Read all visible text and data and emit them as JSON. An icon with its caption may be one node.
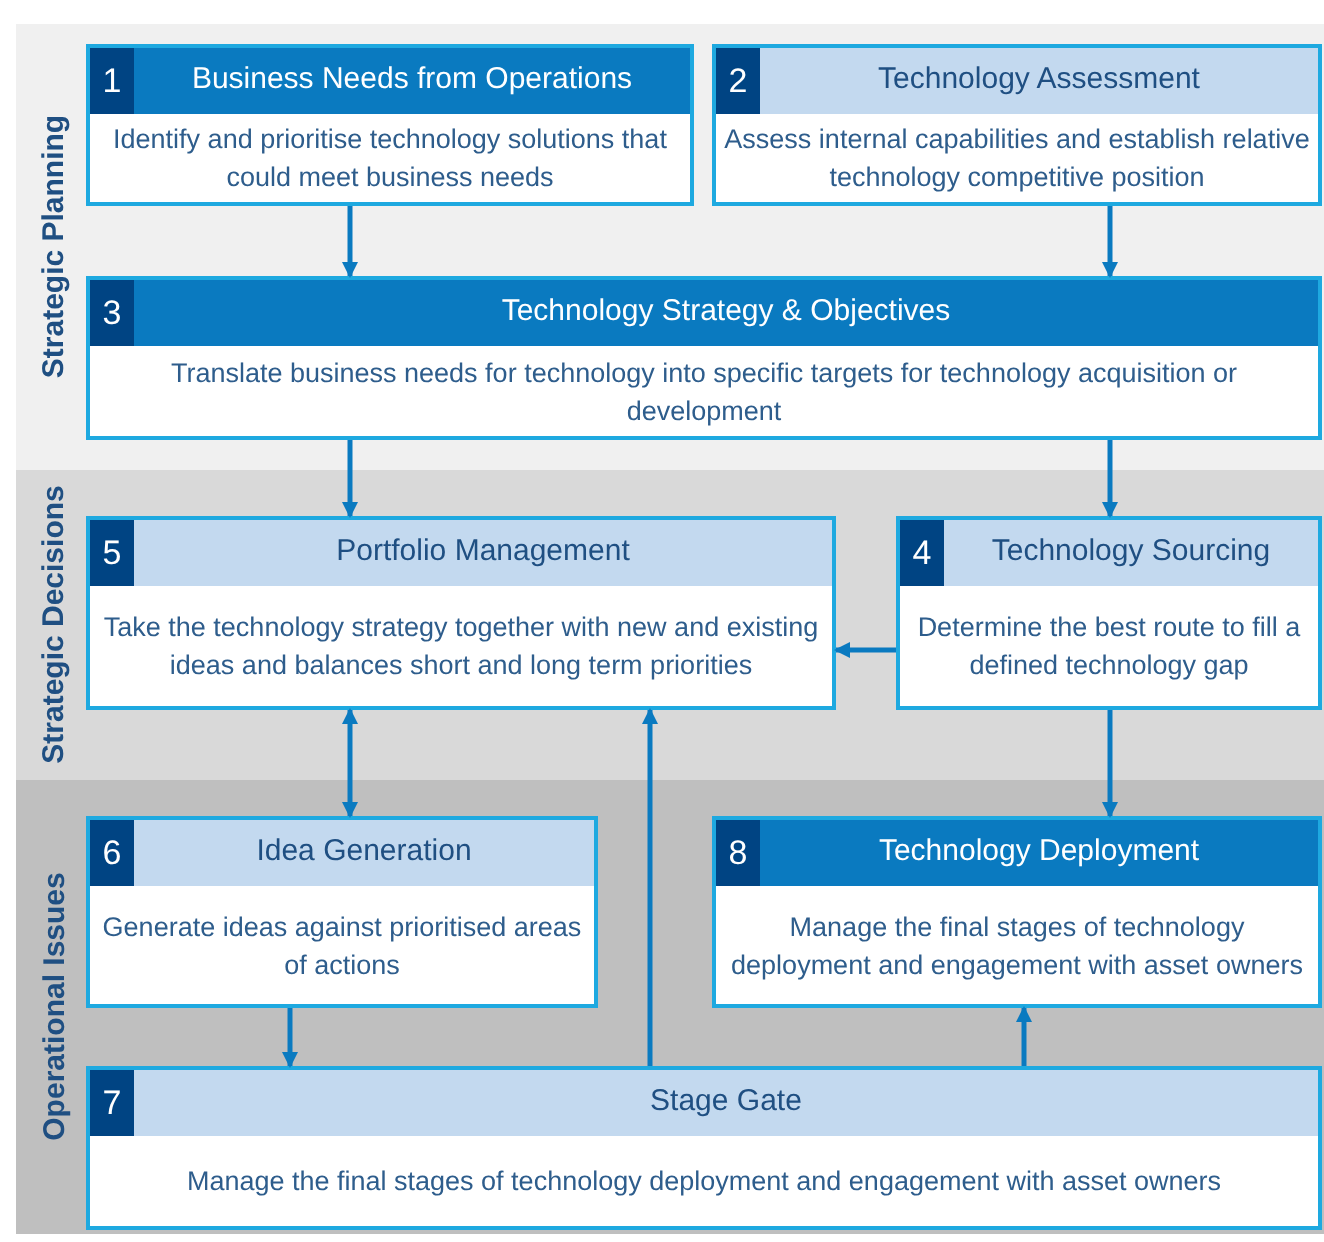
{
  "diagram": {
    "nodes": [
      {
        "text": [
          "Strategic Planning"
        ]
      },
      {
        "text": [
          "1",
          "Business Needs from Operations",
          "Identify and prioritise technology solutions that could meet business needs"
        ],
        "in": 0
      },
      {
        "text": [
          "2",
          "Technology Assessment",
          "Assess internal capabilities and establish relative technology competitive position"
        ],
        "in": 0
      },
      {
        "text": [
          "3",
          "Technology Strategy & Objectives",
          "Translate business needs for technology into specific targets for technology acquisition or development"
        ],
        "in": 0
      },
      {
        "text": [
          "Strategic Decisions"
        ]
      },
      {
        "text": [
          "5",
          "Portfolio Management",
          "Take the technology strategy together with new and existing ideas and balances short and long term priorities"
        ],
        "in": 4
      },
      {
        "text": [
          "4",
          "Technology Sourcing",
          "Determine the best route to fill a defined technology gap"
        ],
        "in": 4
      },
      {
        "text": [
          "Operational Issues"
        ]
      },
      {
        "text": [
          "6",
          "Idea Generation",
          "Generate ideas against prioritised areas of actions"
        ],
        "in": 7
      },
      {
        "text": [
          "8",
          "Technology Deployment",
          "Manage the final stages of technology deployment and engagement with asset owners"
        ],
        "in": 7
      },
      {
        "text": [
          "7",
          "Stage Gate",
          "Manage the final stages of technology deployment and engagement with asset owners"
        ],
        "in": 7
      }
    ],
    "edges": [
      {
        "from": 1,
        "to": 3,
        "arrow": "to"
      },
      {
        "from": 2,
        "to": 3,
        "arrow": "to"
      },
      {
        "from": 3,
        "to": 5,
        "arrow": "to"
      },
      {
        "from": 3,
        "to": 6,
        "arrow": "to"
      },
      {
        "from": 6,
        "to": 5,
        "arrow": "to"
      },
      {
        "from": 6,
        "to": 9,
        "arrow": "to"
      },
      {
        "from": 5,
        "to": 8,
        "arrow": "both"
      },
      {
        "from": 10,
        "to": 5,
        "arrow": "to"
      },
      {
        "from": 8,
        "to": 10,
        "arrow": "to"
      },
      {
        "from": 10,
        "to": 9,
        "arrow": "to"
      }
    ]
  }
}
